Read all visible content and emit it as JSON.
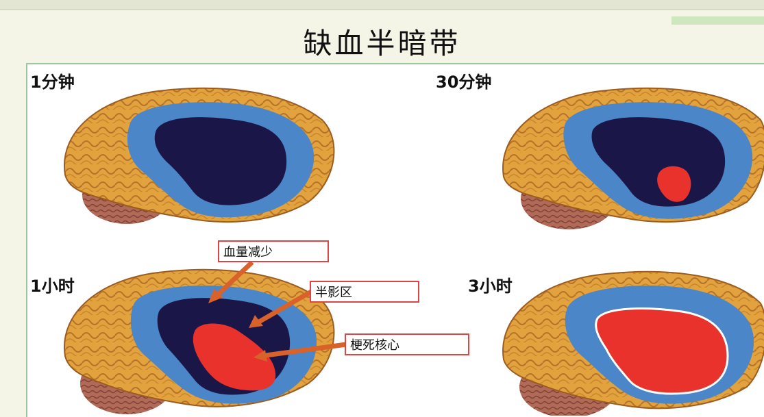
{
  "slide": {
    "title": "缺血半暗带"
  },
  "stages": [
    {
      "label": "1分钟"
    },
    {
      "label": "30分钟"
    },
    {
      "label": "1小时"
    },
    {
      "label": "3小时"
    }
  ],
  "callouts": [
    {
      "label": "血量减少"
    },
    {
      "label": "半影区"
    },
    {
      "label": "梗死核心"
    }
  ],
  "colors": {
    "brain": "#e0a13c",
    "cerebellum": "#b06a5a",
    "penumbra_blue": "#4a86c8",
    "reduced_flow_navy": "#1a1648",
    "infarct_red": "#e8322b",
    "arrow": "#d8622a"
  }
}
